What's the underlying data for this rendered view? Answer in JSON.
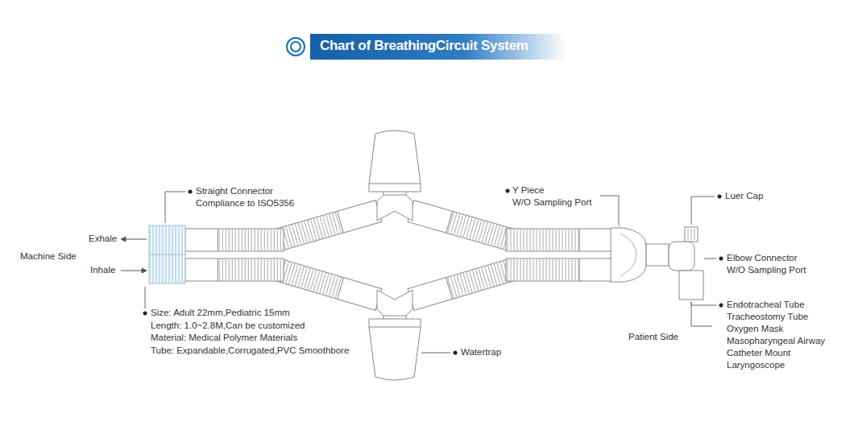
{
  "diagram": {
    "title": "Chart of BreathingCircuit System",
    "labels": [
      "Straight Connector",
      "Compliance to ISO5356",
      "Exhale",
      "Inhale",
      "Machine Side",
      "Size: Adult 22mm,Pediatric 15mm",
      "Length: 1.0~2.8M,Can be customized",
      "Material: Medical Polymer Materials",
      "Tube: Expandable,Corrugated,PVC Smoothbore",
      "Y Piece",
      "W/O Sampling Port",
      "Luer Cap",
      "Elbow Connector",
      "W/O Sampling Port",
      "Endotracheal Tube",
      "Tracheostomy Tube",
      "Oxygen Mask",
      "Masopharyngeal Airway",
      "Catheter Mount",
      "Laryngoscope",
      "Patient Side",
      "Watertrap"
    ]
  }
}
